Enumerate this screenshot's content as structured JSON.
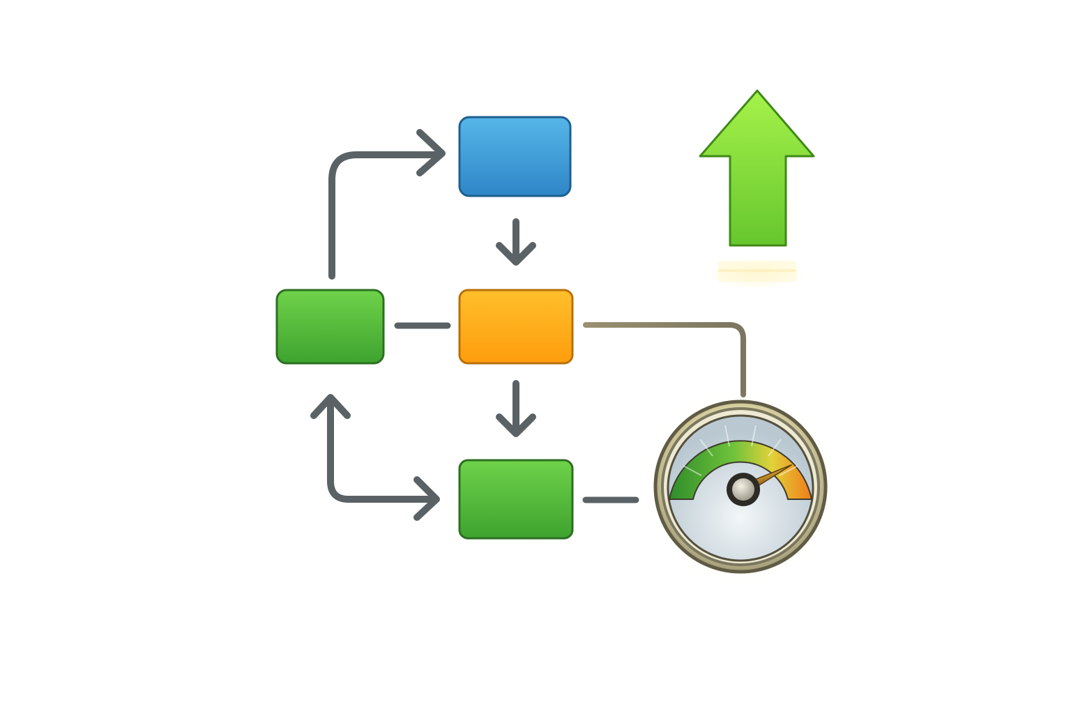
{
  "diagram": {
    "nodes": [
      {
        "id": "node-top",
        "color": "blue"
      },
      {
        "id": "node-center",
        "color": "orange"
      },
      {
        "id": "node-left",
        "color": "green"
      },
      {
        "id": "node-bottom",
        "color": "green"
      }
    ],
    "edges": [
      {
        "from": "node-left",
        "to": "node-top",
        "style": "elbow-arrow"
      },
      {
        "from": "node-top",
        "to": "node-center",
        "style": "arrow"
      },
      {
        "from": "node-left",
        "to": "node-center",
        "style": "line"
      },
      {
        "from": "node-center",
        "to": "node-bottom",
        "style": "arrow"
      },
      {
        "from": "node-bottom",
        "to": "node-left",
        "style": "double-elbow-arrow"
      },
      {
        "from": "node-center",
        "to": "speedometer",
        "style": "elbow-line"
      },
      {
        "from": "node-bottom",
        "to": "speedometer",
        "style": "line"
      }
    ]
  },
  "icons": {
    "upward": "up-arrow-icon",
    "gauge": "speedometer-icon"
  },
  "gauge": {
    "needle_level": 0.85
  },
  "colors": {
    "blue": "#3fa0dc",
    "orange": "#ffae1a",
    "green": "#58c13b",
    "connector": "#5a6266",
    "connector_warm": "#8a7f63",
    "up_arrow": "#8ee03a"
  }
}
